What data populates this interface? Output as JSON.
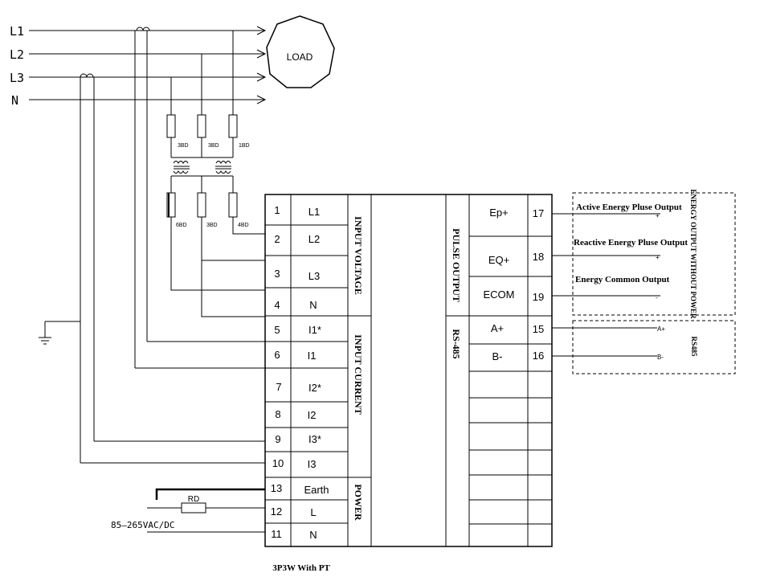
{
  "lines": [
    {
      "id": "L1",
      "label": "L1"
    },
    {
      "id": "L2",
      "label": "L2"
    },
    {
      "id": "L3",
      "label": "L3"
    },
    {
      "id": "N",
      "label": "N"
    }
  ],
  "load_label": "LOAD",
  "fuse_labels_top": [
    "3BD",
    "3BD",
    "1BD"
  ],
  "fuse_labels_bottom": [
    "6BD",
    "3BD",
    "4BD"
  ],
  "terminals_left": [
    {
      "num": "1",
      "label": "L1"
    },
    {
      "num": "2",
      "label": "L2"
    },
    {
      "num": "3",
      "label": "L3"
    },
    {
      "num": "4",
      "label": "N"
    },
    {
      "num": "5",
      "label": "I1*"
    },
    {
      "num": "6",
      "label": "I1"
    },
    {
      "num": "7",
      "label": "I2*"
    },
    {
      "num": "8",
      "label": "I2"
    },
    {
      "num": "9",
      "label": "I3*"
    },
    {
      "num": "10",
      "label": "I3"
    },
    {
      "num": "13",
      "label": "Earth"
    },
    {
      "num": "12",
      "label": "L"
    },
    {
      "num": "11",
      "label": "N"
    }
  ],
  "section_labels": {
    "input_voltage": "INPUT VOLTAGE",
    "input_current": "INPUT CURRENT",
    "power": "POWER",
    "pulse_output": "PULSE OUTPUT",
    "rs485": "RS-485"
  },
  "terminals_right": [
    {
      "num": "17",
      "label": "Ep+"
    },
    {
      "num": "18",
      "label": "EQ+"
    },
    {
      "num": "19",
      "label": "ECOM"
    },
    {
      "num": "15",
      "label": "A+"
    },
    {
      "num": "16",
      "label": "B-"
    }
  ],
  "outputs": {
    "active": "Active Energy Pluse Output",
    "reactive": "Reactive Energy Pluse Output",
    "common": "Energy Common Output",
    "energy_box_title": "ENERGY OUTPUT WITHOUT POWER",
    "rs485_box_title": "RS485",
    "plus": "+",
    "minus": "-",
    "a_plus": "A+",
    "b_minus": "B-"
  },
  "power_supply": {
    "resistor": "RD",
    "voltage": "85—265VAC/DC"
  },
  "caption": "3P3W With PT"
}
